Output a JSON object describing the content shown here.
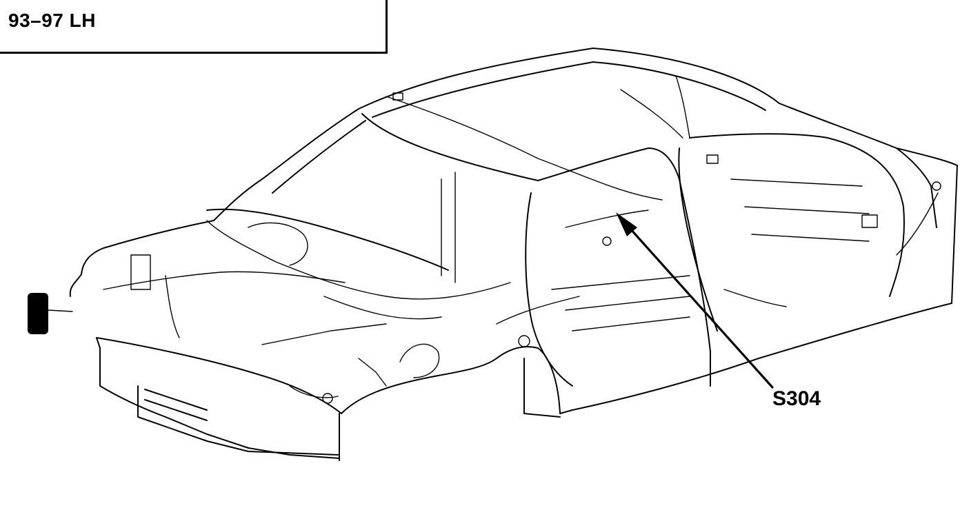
{
  "header": {
    "title": "93–97 LH"
  },
  "callout": {
    "label": "S304"
  },
  "diagram": {
    "subject-icon": "vehicle-body-wiring-harness-outline",
    "arrow-icon": "callout-arrow"
  }
}
